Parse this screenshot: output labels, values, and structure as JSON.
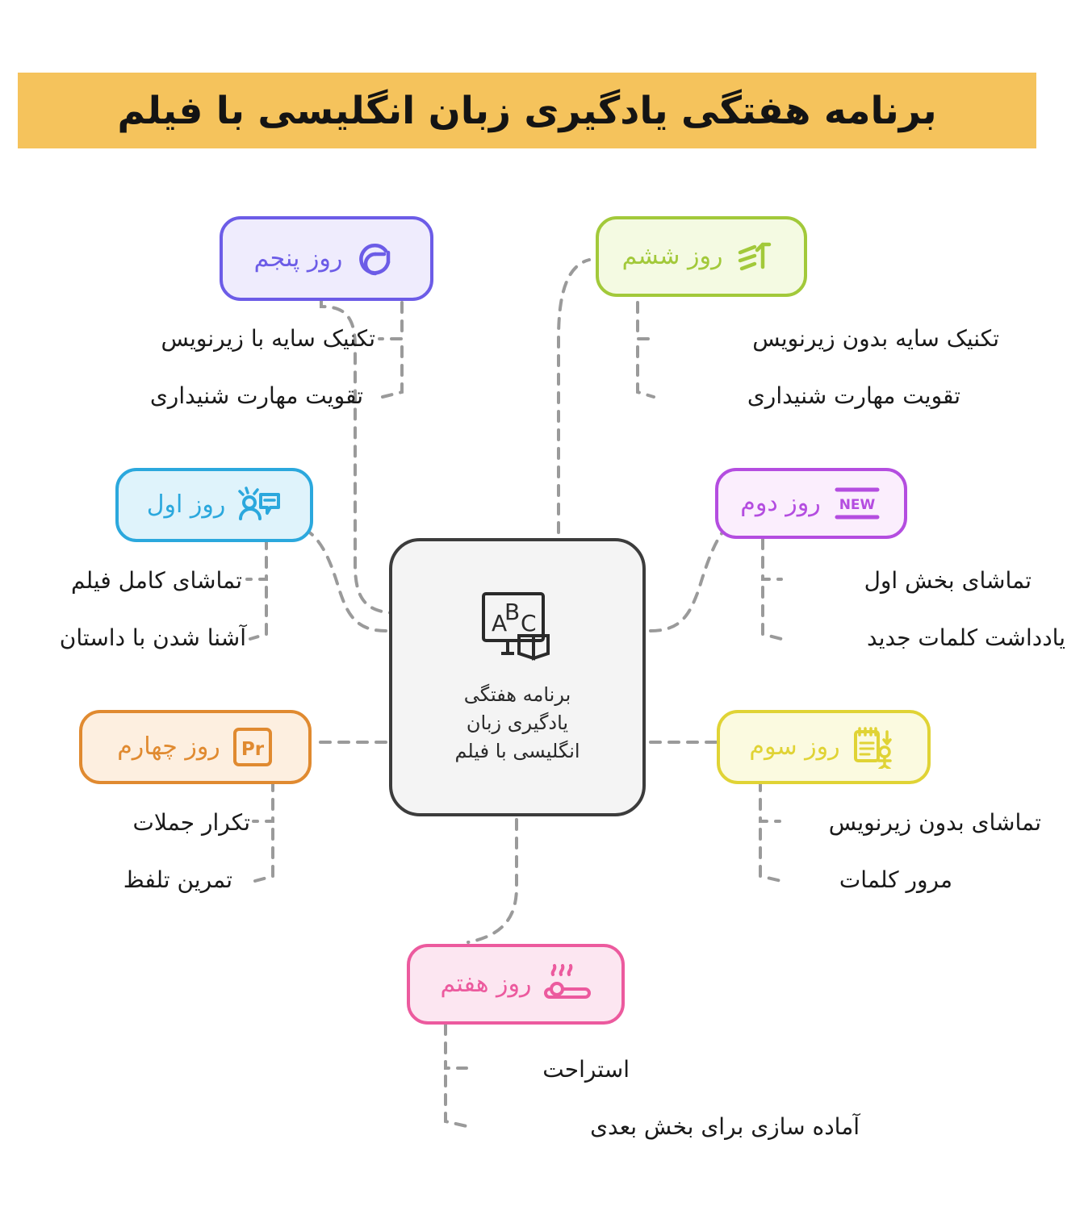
{
  "title": {
    "text": "برنامه هفتگی یادگیری زبان انگلیسی با فیلم",
    "banner_color": "#F5C35C",
    "text_color": "#141414"
  },
  "center": {
    "label": "برنامه هفتگی\nیادگیری زبان\nانگلیسی با فیلم",
    "line1": "برنامه هفتگی",
    "line2": "یادگیری زبان",
    "line3": "انگلیسی با فیلم",
    "icon": "abc-board-book-icon",
    "border_color": "#3C3C3C",
    "fill_color": "#F4F4F4"
  },
  "nodes": [
    {
      "id": "day-five",
      "label": "روز پنجم",
      "icon": "loop-refresh-icon",
      "border_color": "#6C5CE7",
      "fill_color": "#EFECFD",
      "text_color": "#6C5CE7",
      "items": [
        "تکنیک سایه با زیرنویس",
        "تقویت مهارت شنیداری"
      ]
    },
    {
      "id": "day-six",
      "label": "روز ششم",
      "icon": "speed-arrow-icon",
      "border_color": "#A2C93A",
      "fill_color": "#F4FAE2",
      "text_color": "#A2C93A",
      "items": [
        "تکنیک سایه بدون زیرنویس",
        "تقویت مهارت شنیداری"
      ]
    },
    {
      "id": "day-one",
      "label": "روز اول",
      "icon": "person-speech-icon",
      "border_color": "#2BA8DD",
      "fill_color": "#DFF3FB",
      "text_color": "#2BA8DD",
      "items": [
        "تماشای کامل فیلم",
        "آشنا شدن با داستان"
      ]
    },
    {
      "id": "day-two",
      "label": "روز دوم",
      "icon": "new-badge-icon",
      "border_color": "#B44DE0",
      "fill_color": "#FBEEFD",
      "text_color": "#B44DE0",
      "items": [
        "تماشای بخش اول",
        "یادداشت کلمات جدید"
      ]
    },
    {
      "id": "day-four",
      "label": "روز چهارم",
      "icon": "premiere-pro-icon",
      "border_color": "#E08A30",
      "fill_color": "#FDEFE0",
      "text_color": "#E08A30",
      "items": [
        "تکرار جملات",
        "تمرین تلفظ"
      ]
    },
    {
      "id": "day-three",
      "label": "روز سوم",
      "icon": "notepad-person-icon",
      "border_color": "#E0D335",
      "fill_color": "#FBFAE0",
      "text_color": "#E0D335",
      "items": [
        "تماشای بدون زیرنویس",
        "مرور کلمات"
      ]
    },
    {
      "id": "day-seven",
      "label": "روز هفتم",
      "icon": "rest-sleep-icon",
      "border_color": "#EC5A9E",
      "fill_color": "#FCE6F1",
      "text_color": "#EC5A9E",
      "items": [
        "استراحت",
        "آماده سازی برای بخش بعدی"
      ]
    }
  ],
  "connector_color": "#9A9A9A"
}
